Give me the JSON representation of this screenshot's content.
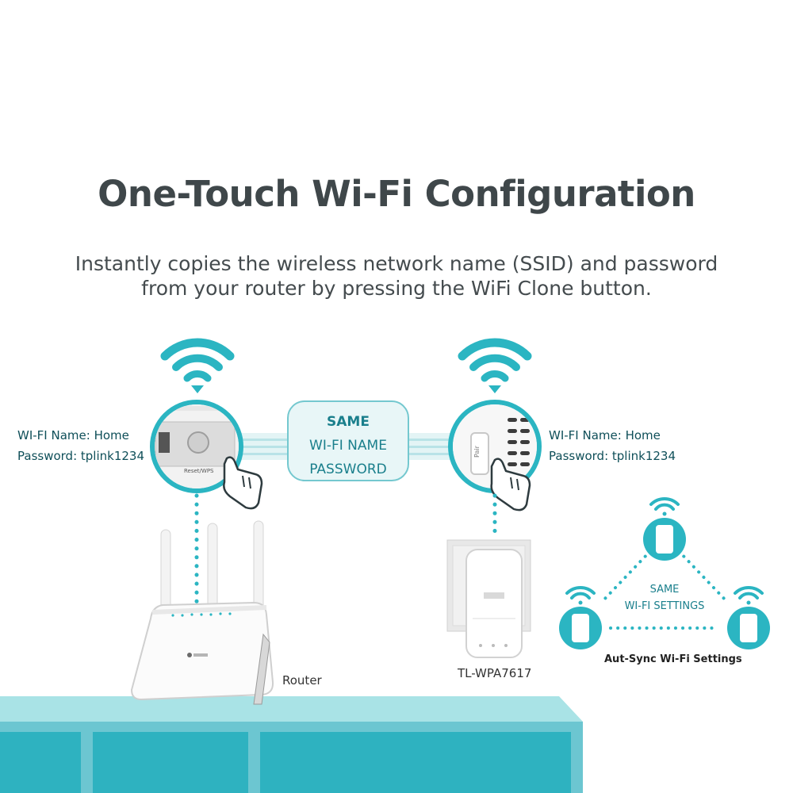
{
  "title": "One-Touch Wi-Fi Configuration",
  "subtitle_line1": "Instantly copies the wireless network name (SSID) and password",
  "subtitle_line2": "from your router by pressing the WiFi Clone button.",
  "left_credentials": {
    "name": "WI-FI Name: Home",
    "password": "Password: tplink1234"
  },
  "right_credentials": {
    "name": "WI-FI Name: Home",
    "password": "Password: tplink1234"
  },
  "center_box": {
    "line1": "SAME",
    "line2": "WI-FI NAME",
    "line3": "PASSWORD"
  },
  "router_button_label": "Reset/WPS",
  "adapter_button_label": "Pair",
  "router_label": "Router",
  "adapter_label": "TL-WPA7617",
  "triangle": {
    "line1": "SAME",
    "line2": "WI-FI SETTINGS",
    "caption": "Aut-Sync Wi-Fi Settings"
  },
  "colors": {
    "teal": "#2bb5c2",
    "teal_light": "#9fdde2",
    "furniture_top": "#a9e3e6",
    "furniture_body": "#6cc6d1",
    "text_dark": "#3f474a"
  }
}
